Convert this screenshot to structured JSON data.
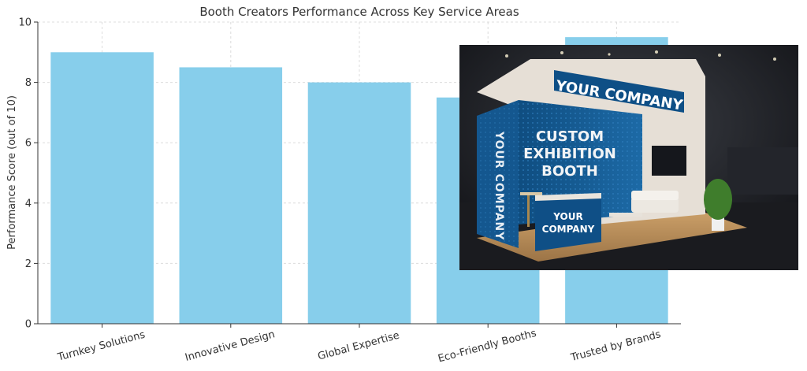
{
  "chart_data": {
    "type": "bar",
    "title": "Booth Creators Performance Across Key Service Areas",
    "xlabel": "",
    "ylabel": "Performance Score (out of 10)",
    "categories": [
      "Turnkey Solutions",
      "Innovative Design",
      "Global Expertise",
      "Eco-Friendly Booths",
      "Trusted by Brands"
    ],
    "values": [
      9.0,
      8.5,
      8.0,
      7.5,
      9.5
    ],
    "ylim": [
      0,
      10
    ],
    "yticks": [
      0,
      2,
      4,
      6,
      8,
      10
    ],
    "grid": true,
    "bar_color": "#87ceeb"
  },
  "inset_photo": {
    "header_sign": "YOUR COMPANY",
    "wall_text_lines": [
      "CUSTOM",
      "EXHIBITION",
      "BOOTH"
    ],
    "side_panel_text": "YOUR COMPANY",
    "counter_text_lines": [
      "YOUR",
      "COMPANY"
    ]
  }
}
